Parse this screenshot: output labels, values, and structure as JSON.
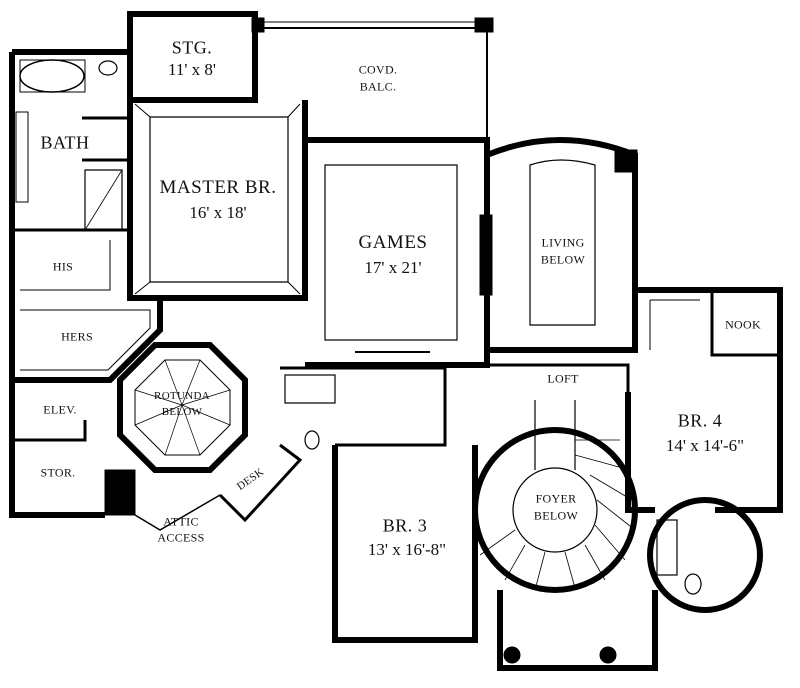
{
  "rooms": {
    "stg": {
      "name": "STG.",
      "dim": "11' x 8'"
    },
    "covd_balc": {
      "line1": "COVD.",
      "line2": "BALC."
    },
    "bath": {
      "name": "BATH"
    },
    "master": {
      "name": "MASTER BR.",
      "dim": "16' x 18'"
    },
    "games": {
      "name": "GAMES",
      "dim": "17' x 21'"
    },
    "living": {
      "line1": "LIVING",
      "line2": "BELOW"
    },
    "his": {
      "name": "HIS"
    },
    "hers": {
      "name": "HERS"
    },
    "nook": {
      "name": "NOOK"
    },
    "rotunda": {
      "line1": "ROTUNDA",
      "line2": "BELOW"
    },
    "loft": {
      "name": "LOFT"
    },
    "elev": {
      "name": "ELEV."
    },
    "br4": {
      "name": "BR. 4",
      "dim": "14' x 14'-6\""
    },
    "desk": {
      "name": "DESK"
    },
    "stor": {
      "name": "STOR."
    },
    "foyer": {
      "line1": "FOYER",
      "line2": "BELOW"
    },
    "br3": {
      "name": "BR. 3",
      "dim": "13' x 16'-8\""
    },
    "attic": {
      "line1": "ATTIC",
      "line2": "ACCESS"
    }
  }
}
